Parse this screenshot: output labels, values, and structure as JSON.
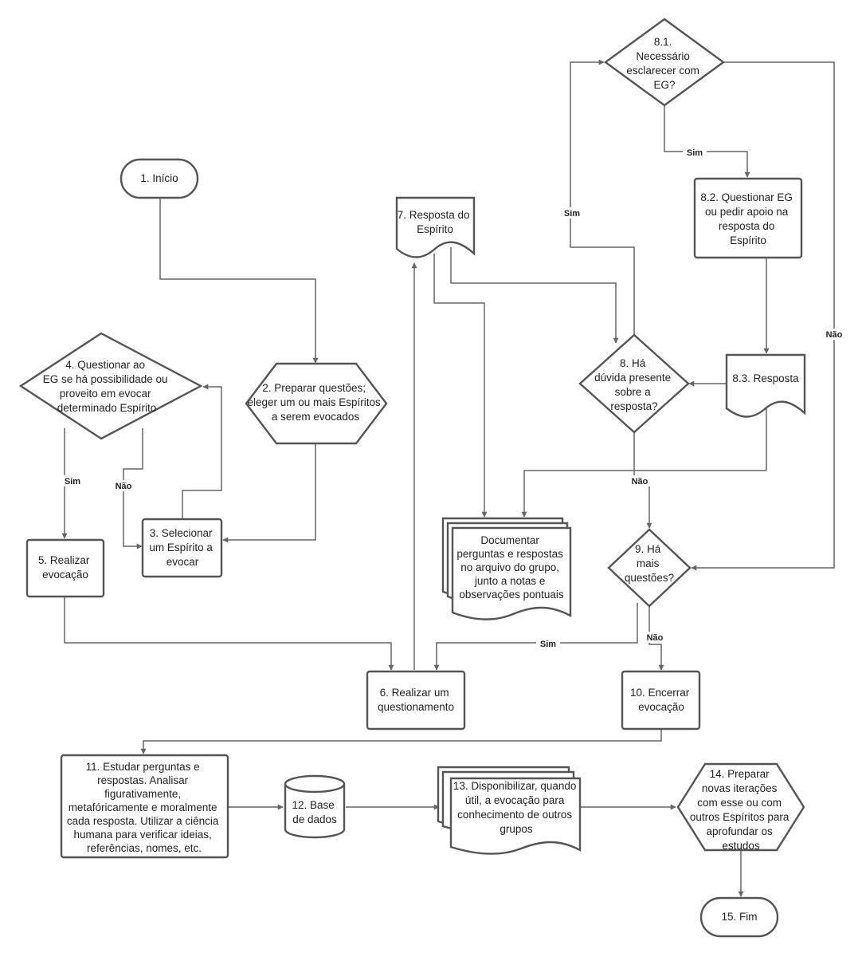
{
  "colors": {
    "stroke": "#555555",
    "edge": "#666666",
    "text": "#222222",
    "fill": "#ffffff"
  },
  "nodes": {
    "n1": {
      "shape": "terminator",
      "lines": [
        "1. Início"
      ]
    },
    "n2": {
      "shape": "hexagon",
      "lines": [
        "2. Preparar questões;",
        "eleger um ou mais Espíritos",
        "a serem evocados"
      ]
    },
    "n3": {
      "shape": "process",
      "lines": [
        "3. Selecionar",
        "um Espírito a",
        "evocar"
      ]
    },
    "n4": {
      "shape": "decision",
      "lines": [
        "4. Questionar ao",
        "EG se há possibilidade ou",
        "proveito em evocar",
        "determinado Espírito"
      ]
    },
    "n5": {
      "shape": "process",
      "lines": [
        "5. Realizar",
        "evocação"
      ]
    },
    "n6": {
      "shape": "process",
      "lines": [
        "6. Realizar um",
        "questionamento"
      ]
    },
    "n7": {
      "shape": "document",
      "lines": [
        "7. Resposta do",
        "Espírito"
      ]
    },
    "n8": {
      "shape": "decision",
      "lines": [
        "8. Há",
        "dúvida presente",
        "sobre a",
        "resposta?"
      ]
    },
    "n81": {
      "shape": "decision",
      "lines": [
        "8.1.",
        "Necessário",
        "esclarecer com",
        "EG?"
      ]
    },
    "n82": {
      "shape": "process",
      "lines": [
        "8.2. Questionar EG",
        "ou pedir apoio na",
        "resposta do",
        "Espírito"
      ]
    },
    "n83": {
      "shape": "document",
      "lines": [
        "8.3. Resposta"
      ]
    },
    "n9": {
      "shape": "decision",
      "lines": [
        "9. Há",
        "mais",
        "questões?"
      ]
    },
    "n10": {
      "shape": "process",
      "lines": [
        "10. Encerrar",
        "evocação"
      ]
    },
    "ndoc": {
      "shape": "multi-document",
      "lines": [
        "Documentar",
        "perguntas e respostas",
        "no arquivo do grupo,",
        "junto a notas e",
        "observações pontuais"
      ]
    },
    "n11": {
      "shape": "process",
      "lines": [
        "11. Estudar perguntas e",
        "respostas. Analisar",
        "figurativamente,",
        "metafóricamente e moralmente",
        "cada resposta. Utilizar a ciência",
        "humana para verificar ideias,",
        "referências, nomes, etc."
      ]
    },
    "n12": {
      "shape": "database",
      "lines": [
        "12. Base",
        "de dados"
      ]
    },
    "n13": {
      "shape": "multi-document",
      "lines": [
        "13. Disponibilizar, quando",
        "útil, a evocação para",
        "conhecimento de outros",
        "grupos"
      ]
    },
    "n14": {
      "shape": "hexagon",
      "lines": [
        "14. Preparar",
        "novas iterações",
        "com esse ou com",
        "outros Espíritos para",
        "aprofundar os",
        "estudos"
      ]
    },
    "n15": {
      "shape": "terminator",
      "lines": [
        "15. Fim"
      ]
    }
  },
  "edge_labels": {
    "n4_sim": "Sim",
    "n4_nao": "Não",
    "n8_sim": "Sim",
    "n8_nao": "Não",
    "n81_sim": "Sim",
    "n81_nao": "Não",
    "n9_sim": "Sim",
    "n9_nao": "Não"
  }
}
